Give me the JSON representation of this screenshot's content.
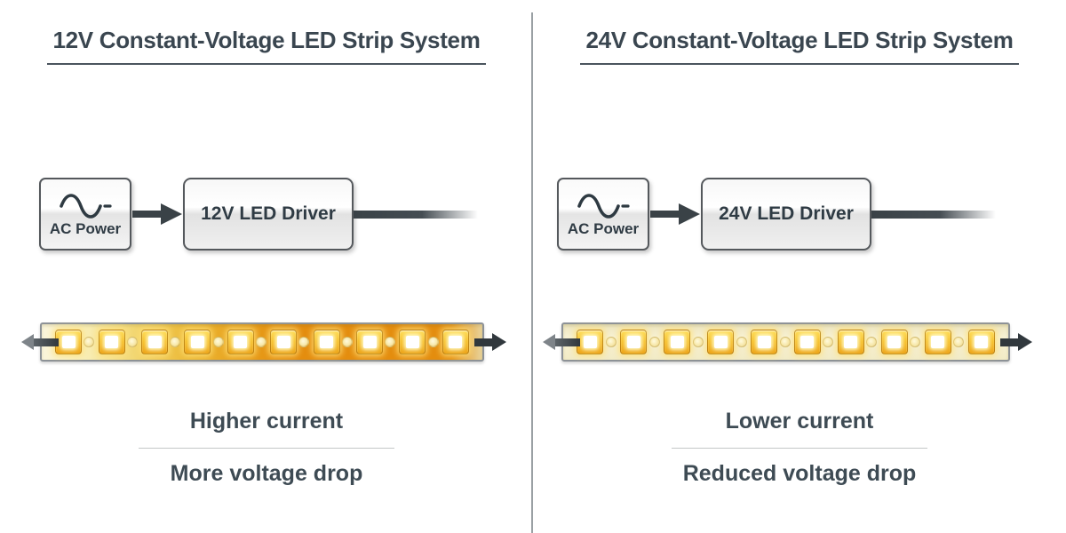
{
  "window": {
    "background": "#ffffff"
  },
  "divider": {
    "color": "#9aa0a4"
  },
  "colors": {
    "text_dark": "#3a4650",
    "caption_text": "#3e4b54",
    "arrow": "#3a4247",
    "box_border": "#54585c",
    "strip_border": "#8d9297",
    "strip_orange": "#e48d0f",
    "strip_cream": "#f2ebc6",
    "led_yellow": "#f7c028"
  },
  "icons": {
    "ac_waveform": "sine-wave-icon",
    "flow_arrow": "arrow-right-icon",
    "strip_feed": "arrow-left-icon",
    "strip_continue": "arrow-right-icon"
  },
  "panels": [
    {
      "title_bold": "12V Constant",
      "title_rest": "-Voltage LED Strip System",
      "source_label": "AC Power",
      "driver_label": "12V LED Driver",
      "strip": {
        "led_count": 10,
        "style": "voltage-drop-gradient",
        "start_color": "#faf5dc",
        "end_color": "#e48d0f"
      },
      "caption_current": "Higher current",
      "caption_voltage": "More voltage drop"
    },
    {
      "title_bold": "24V Constant",
      "title_rest": "-Voltage LED Strip System",
      "source_label": "AC Power",
      "driver_label": "24V LED Driver",
      "strip": {
        "led_count": 10,
        "style": "uniform",
        "start_color": "#f2ebc6",
        "end_color": "#f2ebc6"
      },
      "caption_current": "Lower current",
      "caption_voltage": "Reduced voltage drop"
    }
  ]
}
